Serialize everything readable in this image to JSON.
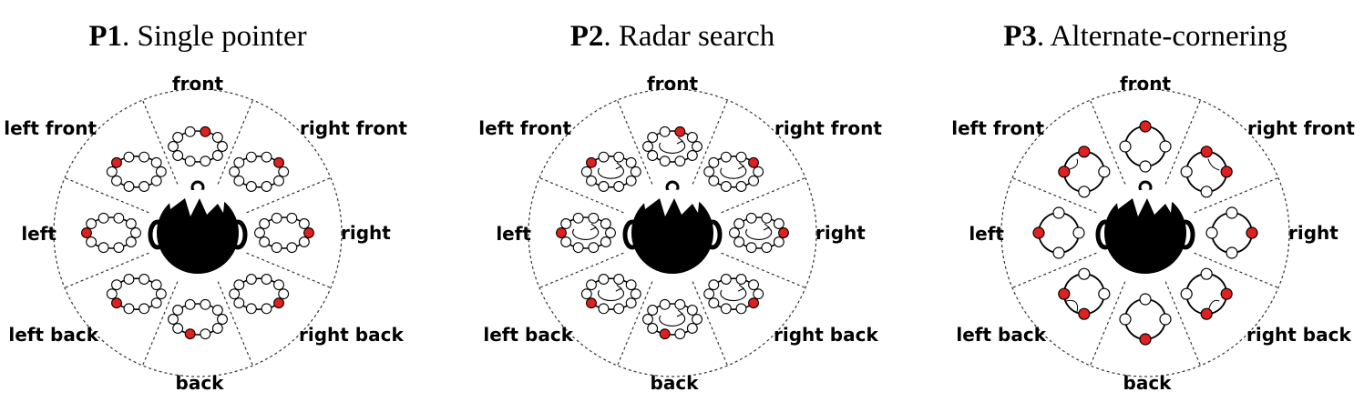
{
  "panels": [
    {
      "id": "P1",
      "title_bold": "P1",
      "title_rest": ". Single pointer",
      "arrangement": "ring",
      "rotation_arrow": false,
      "direction_labels": [
        "front",
        "right front",
        "right",
        "right back",
        "back",
        "left back",
        "left",
        "left front"
      ]
    },
    {
      "id": "P2",
      "title_bold": "P2",
      "title_rest": ". Radar search",
      "arrangement": "ring",
      "rotation_arrow": true,
      "direction_labels": [
        "front",
        "right front",
        "right",
        "right back",
        "back",
        "left back",
        "left",
        "left front"
      ]
    },
    {
      "id": "P3",
      "title_bold": "P3",
      "title_rest": ". Alternate-cornering",
      "arrangement": "quad",
      "rotation_arrow": false,
      "direction_labels": [
        "front",
        "right front",
        "right",
        "right back",
        "back",
        "left back",
        "left",
        "left front"
      ]
    }
  ],
  "colors": {
    "active_node": "#e02020",
    "node": "#ffffff",
    "stroke": "#000000",
    "divider": "#333333"
  }
}
